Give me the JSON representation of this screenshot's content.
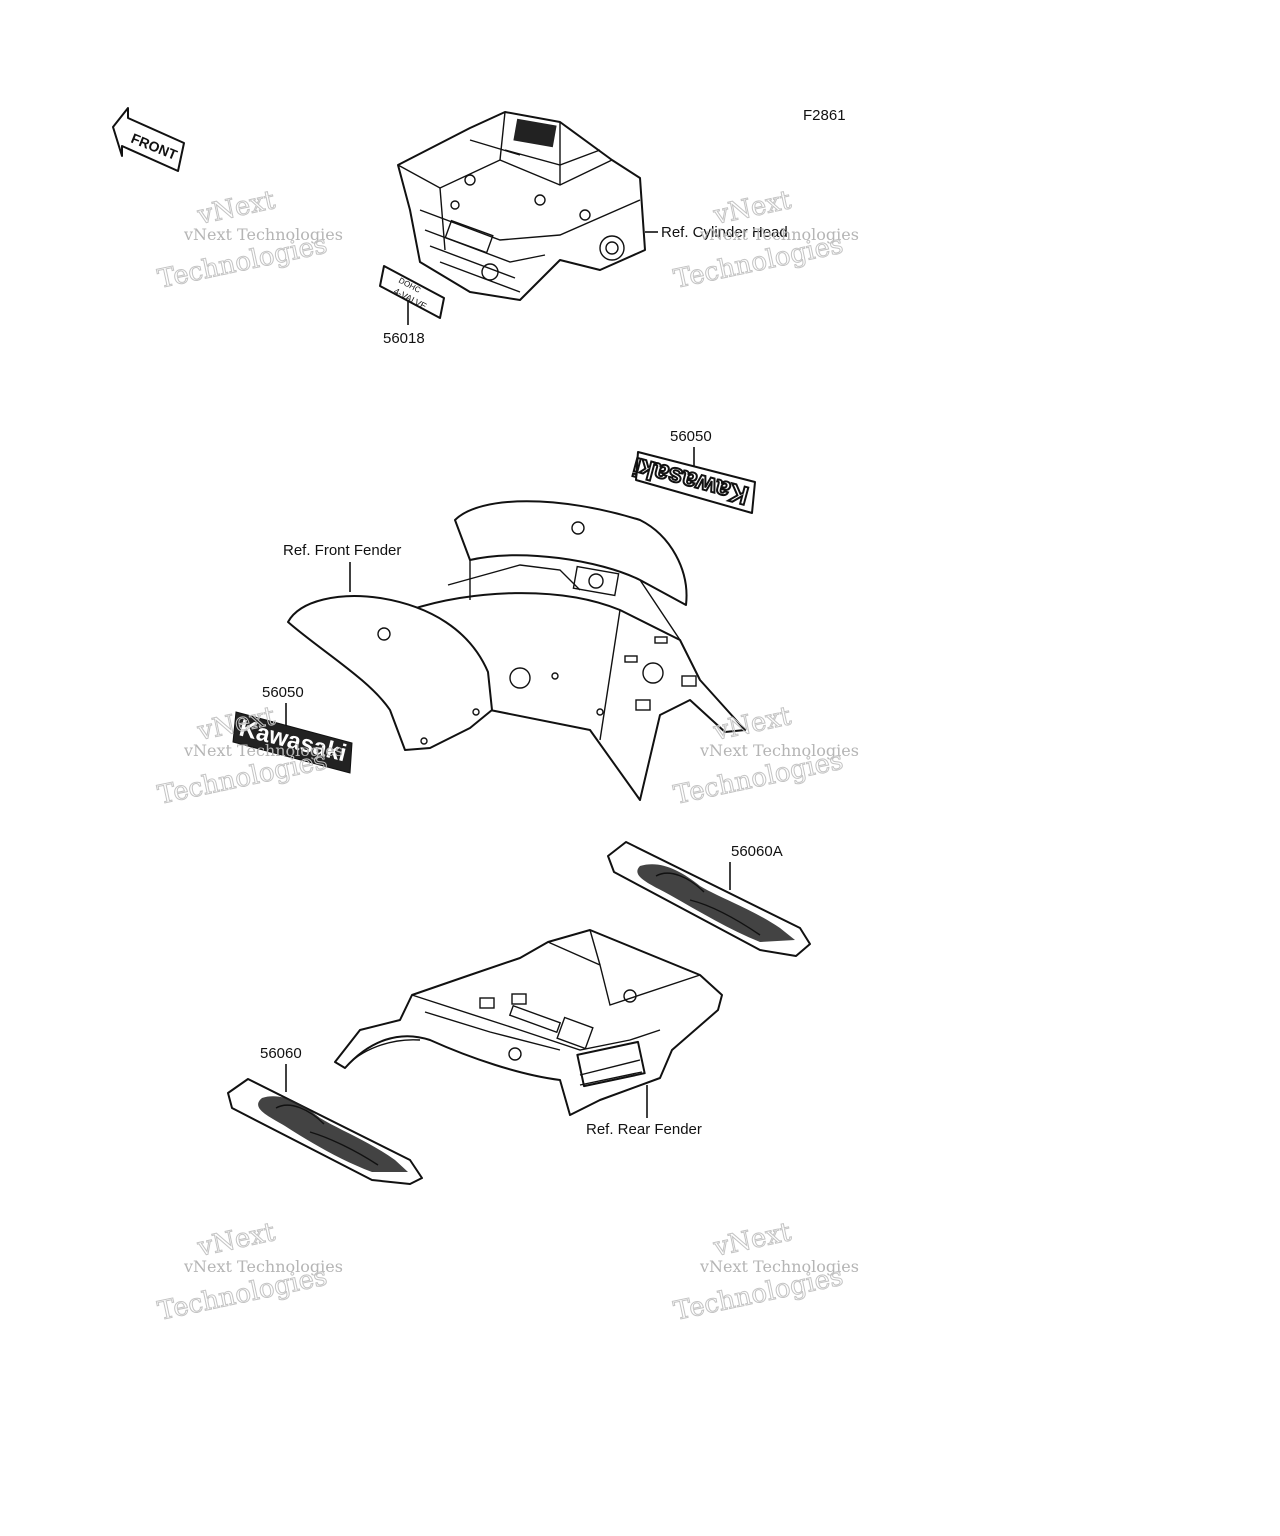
{
  "figure_id": "F2861",
  "front_arrow_label": "FRONT",
  "callouts": {
    "cylinder_head_ref": "Ref. Cylinder Head",
    "part_56018": "56018",
    "part_56050_top": "56050",
    "part_56050_left": "56050",
    "front_fender_ref": "Ref. Front Fender",
    "part_56060A": "56060A",
    "part_56060": "56060",
    "rear_fender_ref": "Ref. Rear Fender"
  },
  "decals": {
    "valve_decal_line1": "DOHC",
    "valve_decal_line2": "4-VALVE",
    "brand_decal": "Kawasaki"
  },
  "watermark": {
    "line1": "vNext Technologies",
    "line2": "vNext",
    "line3": "Technologies"
  }
}
